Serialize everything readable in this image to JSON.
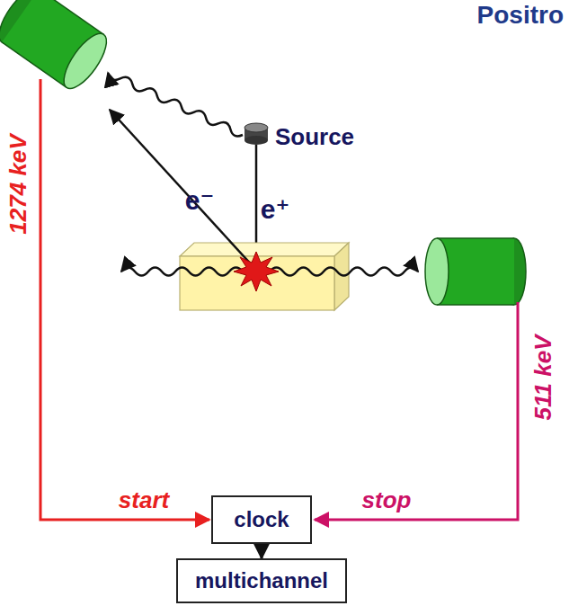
{
  "diagram": {
    "title": "Positro",
    "nodes": [
      {
        "text": [
          "clock"
        ]
      },
      {
        "text": [
          "multichannel"
        ]
      }
    ],
    "edges": [
      {
        "from": 0,
        "to": 1,
        "arrow": "to"
      }
    ],
    "labels": [
      "Source",
      "e⁻",
      "e⁺",
      "1274 keV",
      "start",
      "stop",
      "511 keV"
    ]
  }
}
